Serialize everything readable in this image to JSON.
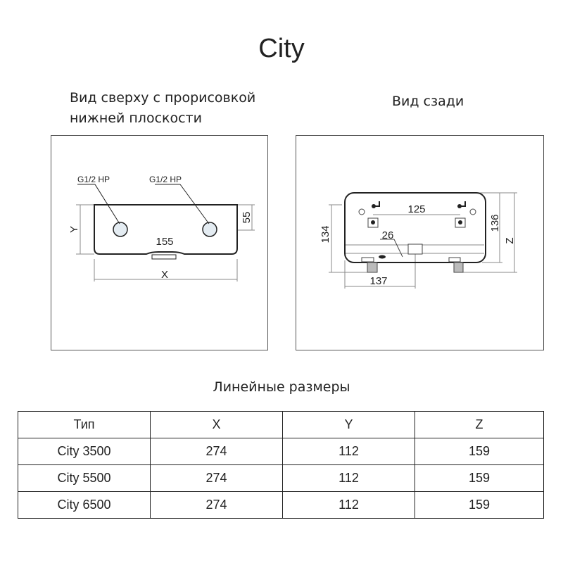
{
  "title": "City",
  "top_view": {
    "title_line1": "Вид сверху с прорисовкой",
    "title_line2": "нижней плоскости",
    "label_left": "G1/2 HP",
    "label_right": "G1/2 HP",
    "dim_y": "Y",
    "dim_55": "55",
    "dim_155": "155",
    "dim_x": "X"
  },
  "back_view": {
    "title": "Вид сзади",
    "dim_125": "125",
    "dim_134": "134",
    "dim_136": "136",
    "dim_z": "Z",
    "dim_26": "26",
    "dim_137": "137"
  },
  "table": {
    "caption": "Линейные размеры",
    "headers": [
      "Тип",
      "X",
      "Y",
      "Z"
    ],
    "rows": [
      [
        "City 3500",
        "274",
        "112",
        "159"
      ],
      [
        "City 5500",
        "274",
        "112",
        "159"
      ],
      [
        "City 6500",
        "274",
        "112",
        "159"
      ]
    ]
  }
}
